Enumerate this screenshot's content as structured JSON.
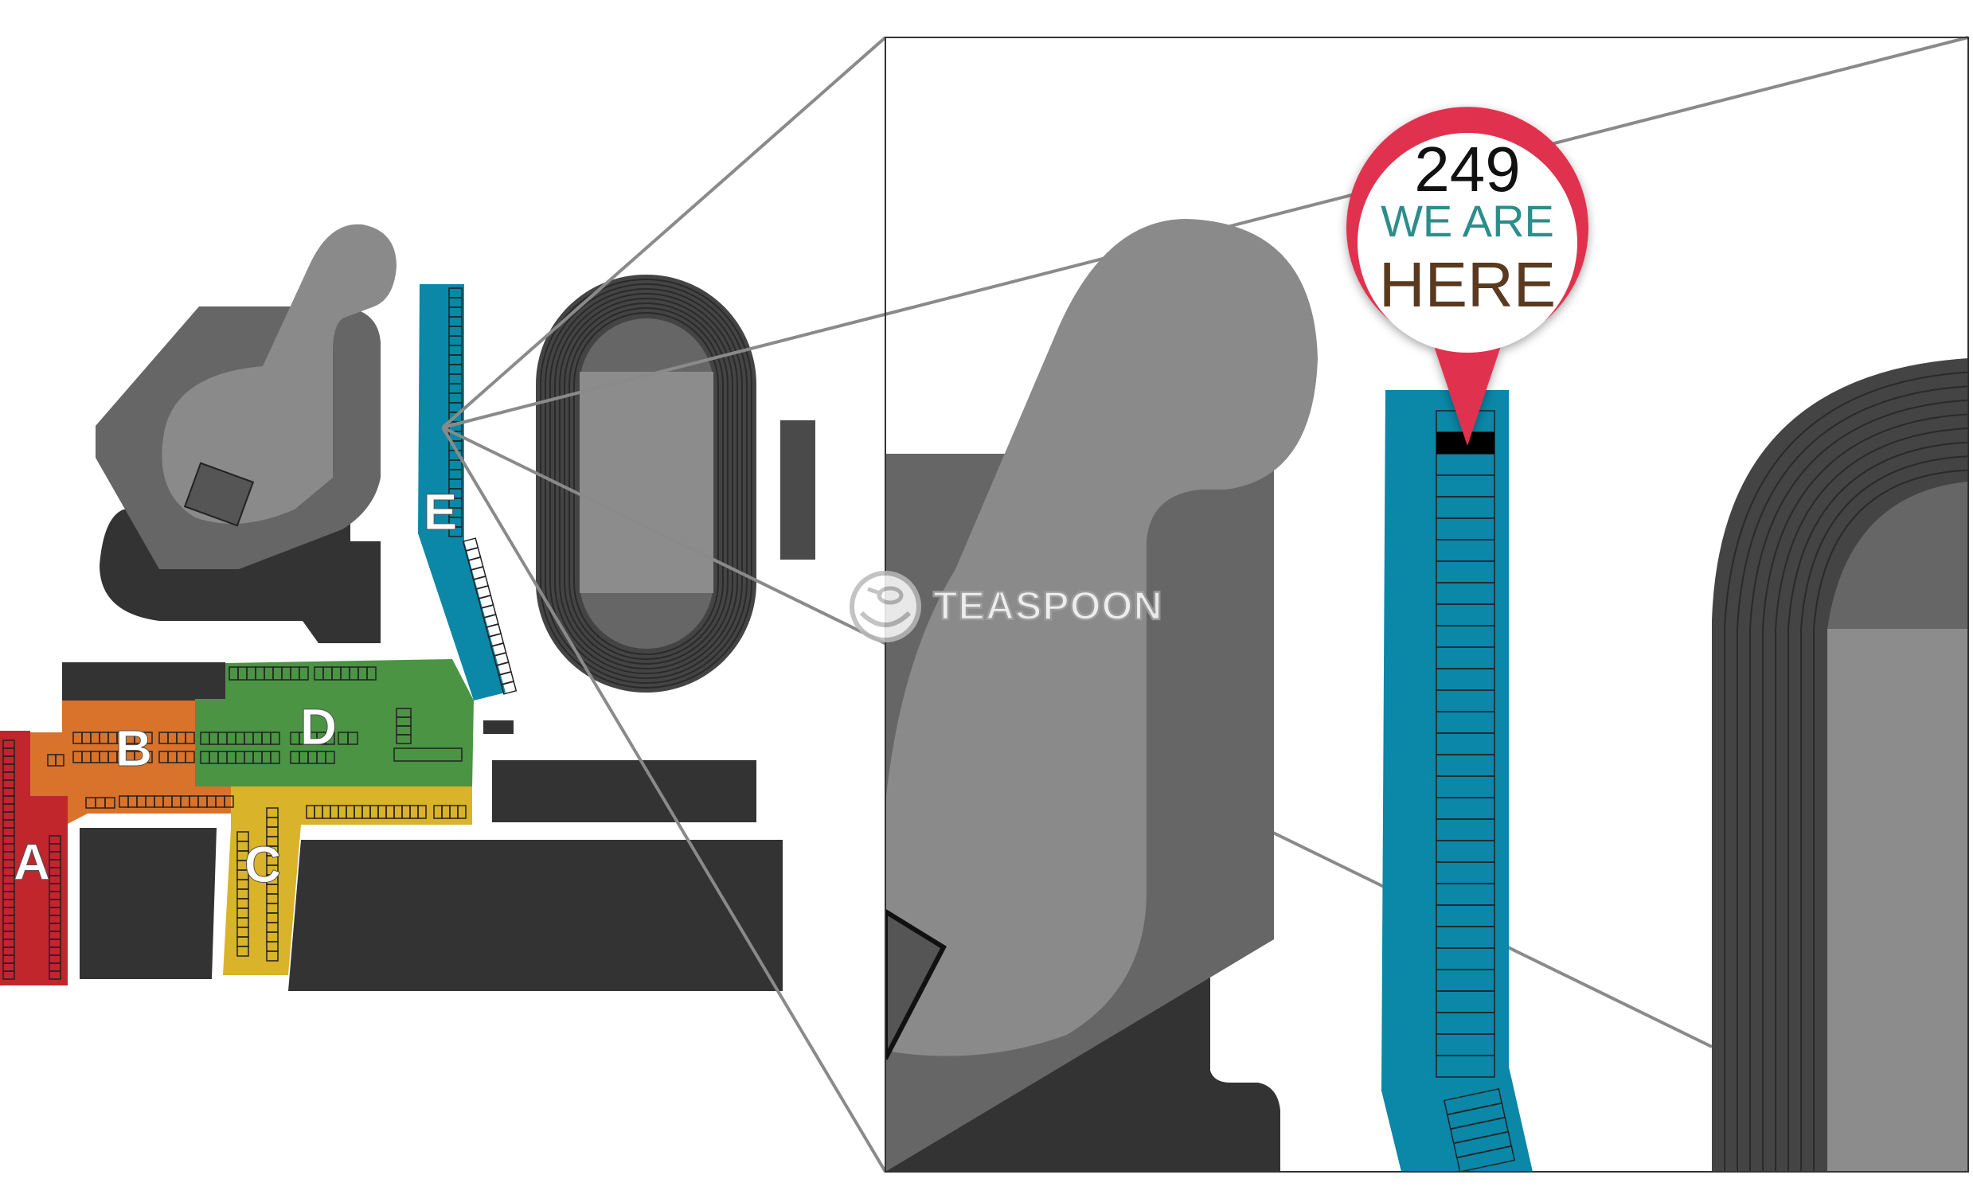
{
  "map": {
    "zones": [
      {
        "id": "A",
        "label": "A",
        "color": "#c0262c"
      },
      {
        "id": "B",
        "label": "B",
        "color": "#d9722a"
      },
      {
        "id": "C",
        "label": "C",
        "color": "#d9b32a"
      },
      {
        "id": "D",
        "label": "D",
        "color": "#4a9443"
      },
      {
        "id": "E",
        "label": "E",
        "color": "#0b87a8"
      }
    ],
    "colors": {
      "building_dark": "#333333",
      "building_mid": "#666666",
      "building_light": "#8a8a8a",
      "track": "#444444",
      "field": "#8c8c8c",
      "stall_line": "#222222",
      "zoom_lines": "#8a8a8a"
    }
  },
  "marker": {
    "space_number": "249",
    "line1": "WE ARE",
    "line2": "HERE",
    "ring_color": "#e0334f",
    "line1_color": "#2b8e8a",
    "line2_color": "#5a3a1f",
    "number_color": "#111111"
  },
  "watermark": {
    "text": "TEASPOON",
    "icon": "teaspoon-logo-icon"
  }
}
